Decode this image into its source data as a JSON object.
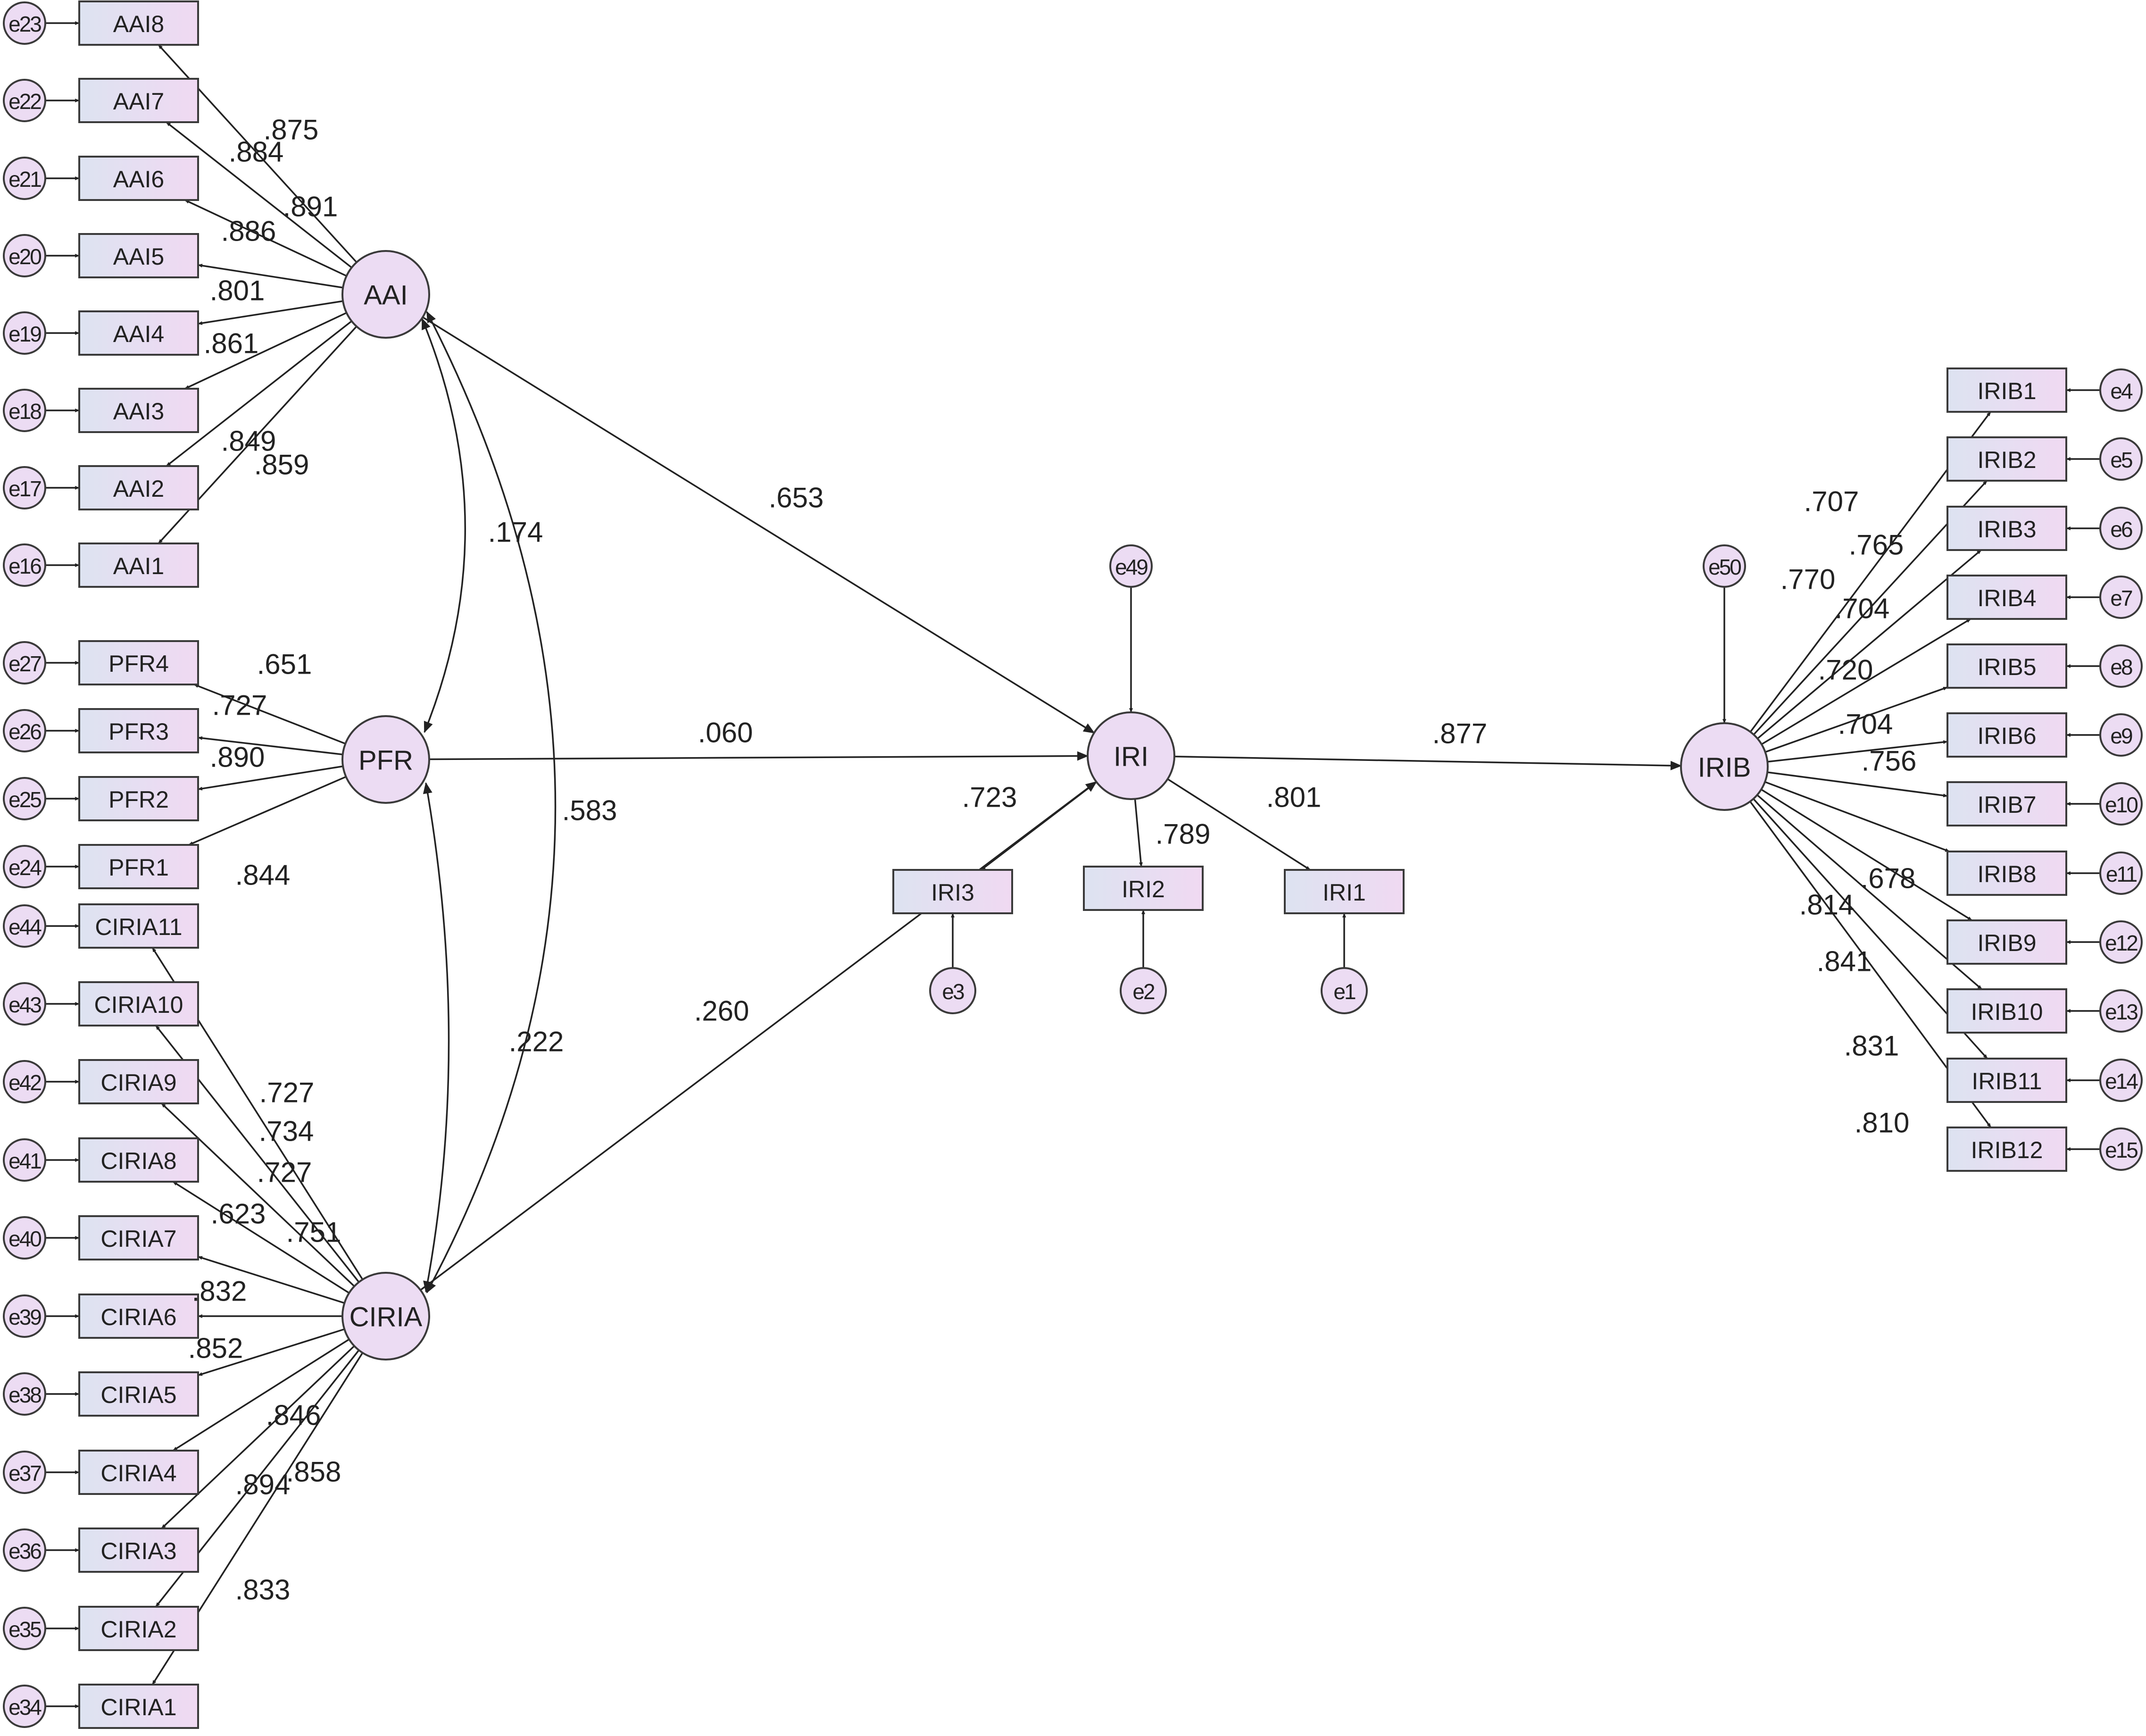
{
  "latents": {
    "AAI": {
      "label": "AAI"
    },
    "PFR": {
      "label": "PFR"
    },
    "CIRIA": {
      "label": "CIRIA"
    },
    "IRI": {
      "label": "IRI"
    },
    "IRIB": {
      "label": "IRIB"
    }
  },
  "indicators": {
    "AAI": [
      {
        "label": "AAI8",
        "error": "e23",
        "loading": ".875"
      },
      {
        "label": "AAI7",
        "error": "e22",
        "loading": ".884"
      },
      {
        "label": "AAI6",
        "error": "e21",
        "loading": ".891"
      },
      {
        "label": "AAI5",
        "error": "e20",
        "loading": ".886"
      },
      {
        "label": "AAI4",
        "error": "e19",
        "loading": ".801"
      },
      {
        "label": "AAI3",
        "error": "e18",
        "loading": ".861"
      },
      {
        "label": "AAI2",
        "error": "e17",
        "loading": ".849"
      },
      {
        "label": "AAI1",
        "error": "e16",
        "loading": ".859"
      }
    ],
    "PFR": [
      {
        "label": "PFR4",
        "error": "e27",
        "loading": ".651"
      },
      {
        "label": "PFR3",
        "error": "e26",
        "loading": ".727"
      },
      {
        "label": "PFR2",
        "error": "e25",
        "loading": ".890"
      },
      {
        "label": "PFR1",
        "error": "e24",
        "loading": ".844"
      }
    ],
    "CIRIA": [
      {
        "label": "CIRIA11",
        "error": "e44",
        "loading": ".727"
      },
      {
        "label": "CIRIA10",
        "error": "e43",
        "loading": ".734"
      },
      {
        "label": "CIRIA9",
        "error": "e42",
        "loading": ".727"
      },
      {
        "label": "CIRIA8",
        "error": "e41",
        "loading": ".623"
      },
      {
        "label": "CIRIA7",
        "error": "e40",
        "loading": ".751"
      },
      {
        "label": "CIRIA6",
        "error": "e39",
        "loading": ".832"
      },
      {
        "label": "CIRIA5",
        "error": "e38",
        "loading": ".852"
      },
      {
        "label": "CIRIA4",
        "error": "e37",
        "loading": ".846"
      },
      {
        "label": "CIRIA3",
        "error": "e36",
        "loading": ".894"
      },
      {
        "label": "CIRIA2",
        "error": "e35",
        "loading": ".858"
      },
      {
        "label": "CIRIA1",
        "error": "e34",
        "loading": ".833"
      }
    ],
    "IRI": [
      {
        "label": "IRI3",
        "error": "e3",
        "loading": ".723"
      },
      {
        "label": "IRI2",
        "error": "e2",
        "loading": ".789"
      },
      {
        "label": "IRI1",
        "error": "e1",
        "loading": ".801"
      }
    ],
    "IRIB": [
      {
        "label": "IRIB1",
        "error": "e4",
        "loading": ".707"
      },
      {
        "label": "IRIB2",
        "error": "e5",
        "loading": ".765"
      },
      {
        "label": "IRIB3",
        "error": "e6",
        "loading": ".770"
      },
      {
        "label": "IRIB4",
        "error": "e7",
        "loading": ".704"
      },
      {
        "label": "IRIB5",
        "error": "e8",
        "loading": ".720"
      },
      {
        "label": "IRIB6",
        "error": "e9",
        "loading": ".704"
      },
      {
        "label": "IRIB7",
        "error": "e10",
        "loading": ".756"
      },
      {
        "label": "IRIB8",
        "error": "e11",
        "loading": ".678"
      },
      {
        "label": "IRIB9",
        "error": "e12",
        "loading": ".814"
      },
      {
        "label": "IRIB10",
        "error": "e13",
        "loading": ".841"
      },
      {
        "label": "IRIB11",
        "error": "e14",
        "loading": ".831"
      },
      {
        "label": "IRIB12",
        "error": "e15",
        "loading": ".810"
      }
    ]
  },
  "disturbances": {
    "IRI": "e49",
    "IRIB": "e50"
  },
  "paths": [
    {
      "from": "AAI",
      "to": "IRI",
      "coef": ".653"
    },
    {
      "from": "PFR",
      "to": "IRI",
      "coef": ".060"
    },
    {
      "from": "CIRIA",
      "to": "IRI",
      "coef": ".260"
    },
    {
      "from": "IRI",
      "to": "IRIB",
      "coef": ".877"
    }
  ],
  "covariances": [
    {
      "a": "AAI",
      "b": "PFR",
      "coef": ".174"
    },
    {
      "a": "AAI",
      "b": "CIRIA",
      "coef": ".583"
    },
    {
      "a": "PFR",
      "b": "CIRIA",
      "coef": ".222"
    }
  ],
  "colors": {
    "latent_fill": "#ecdcf3",
    "box_gradient_start": "#dde3f1",
    "box_gradient_end": "#f0d9f2",
    "stroke": "#3a3a3a"
  }
}
